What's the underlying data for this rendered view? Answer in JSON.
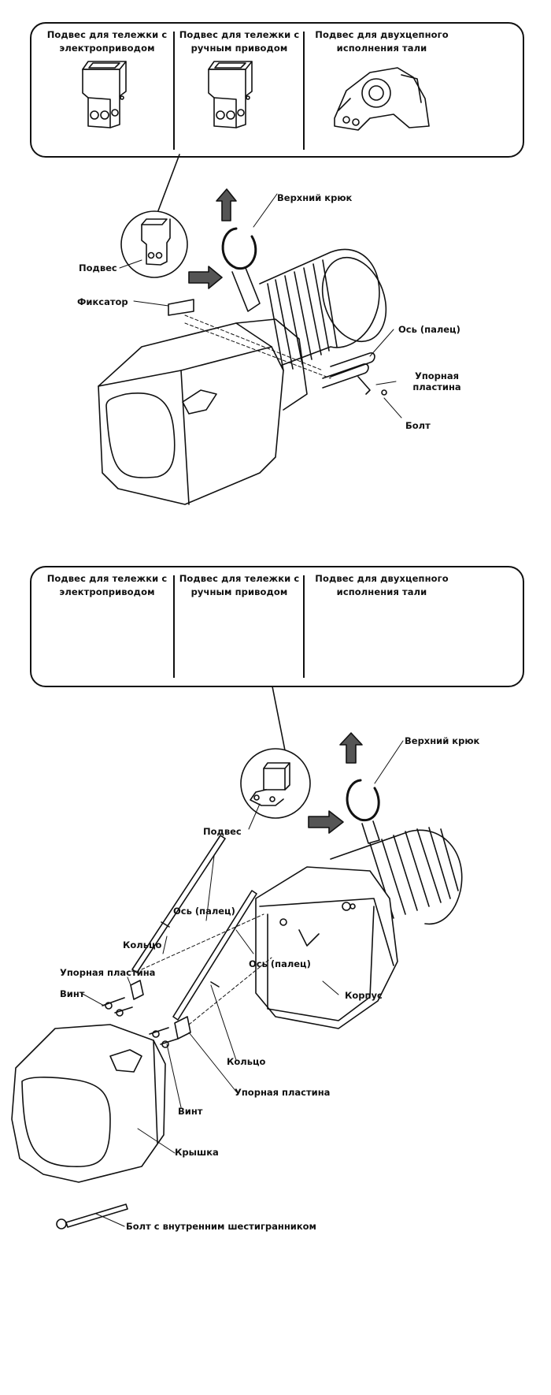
{
  "section_top": {
    "panel_items": [
      {
        "title": "Подвес для тележки с электроприводом"
      },
      {
        "title": "Подвес для тележки с ручным приводом"
      },
      {
        "title": "Подвес для двухцепного исполнения тали"
      }
    ],
    "labels": {
      "upper_hook": "Верхний крюк",
      "suspension": "Подвес",
      "latch": "Фиксатор",
      "axle": "Ось (палец)",
      "stop_plate": "Упорная пластина",
      "bolt": "Болт"
    }
  },
  "section_bottom": {
    "panel_items": [
      {
        "title": "Подвес для тележки с электроприводом"
      },
      {
        "title": "Подвес для тележки с ручным приводом"
      },
      {
        "title": "Подвес для двухцепного исполнения тали"
      }
    ],
    "labels": {
      "upper_hook": "Верхний крюк",
      "suspension": "Подвес",
      "axle_1": "Ось (палец)",
      "ring_1": "Кольцо",
      "stop_plate_1": "Упорная пластина",
      "screw_1": "Винт",
      "axle_2": "Ось (палец)",
      "ring_2": "Кольцо",
      "housing": "Корпус",
      "stop_plate_2": "Упорная пластина",
      "screw_2": "Винт",
      "cover": "Крышка",
      "hex_bolt": "Болт с внутренним шестигранником"
    }
  }
}
